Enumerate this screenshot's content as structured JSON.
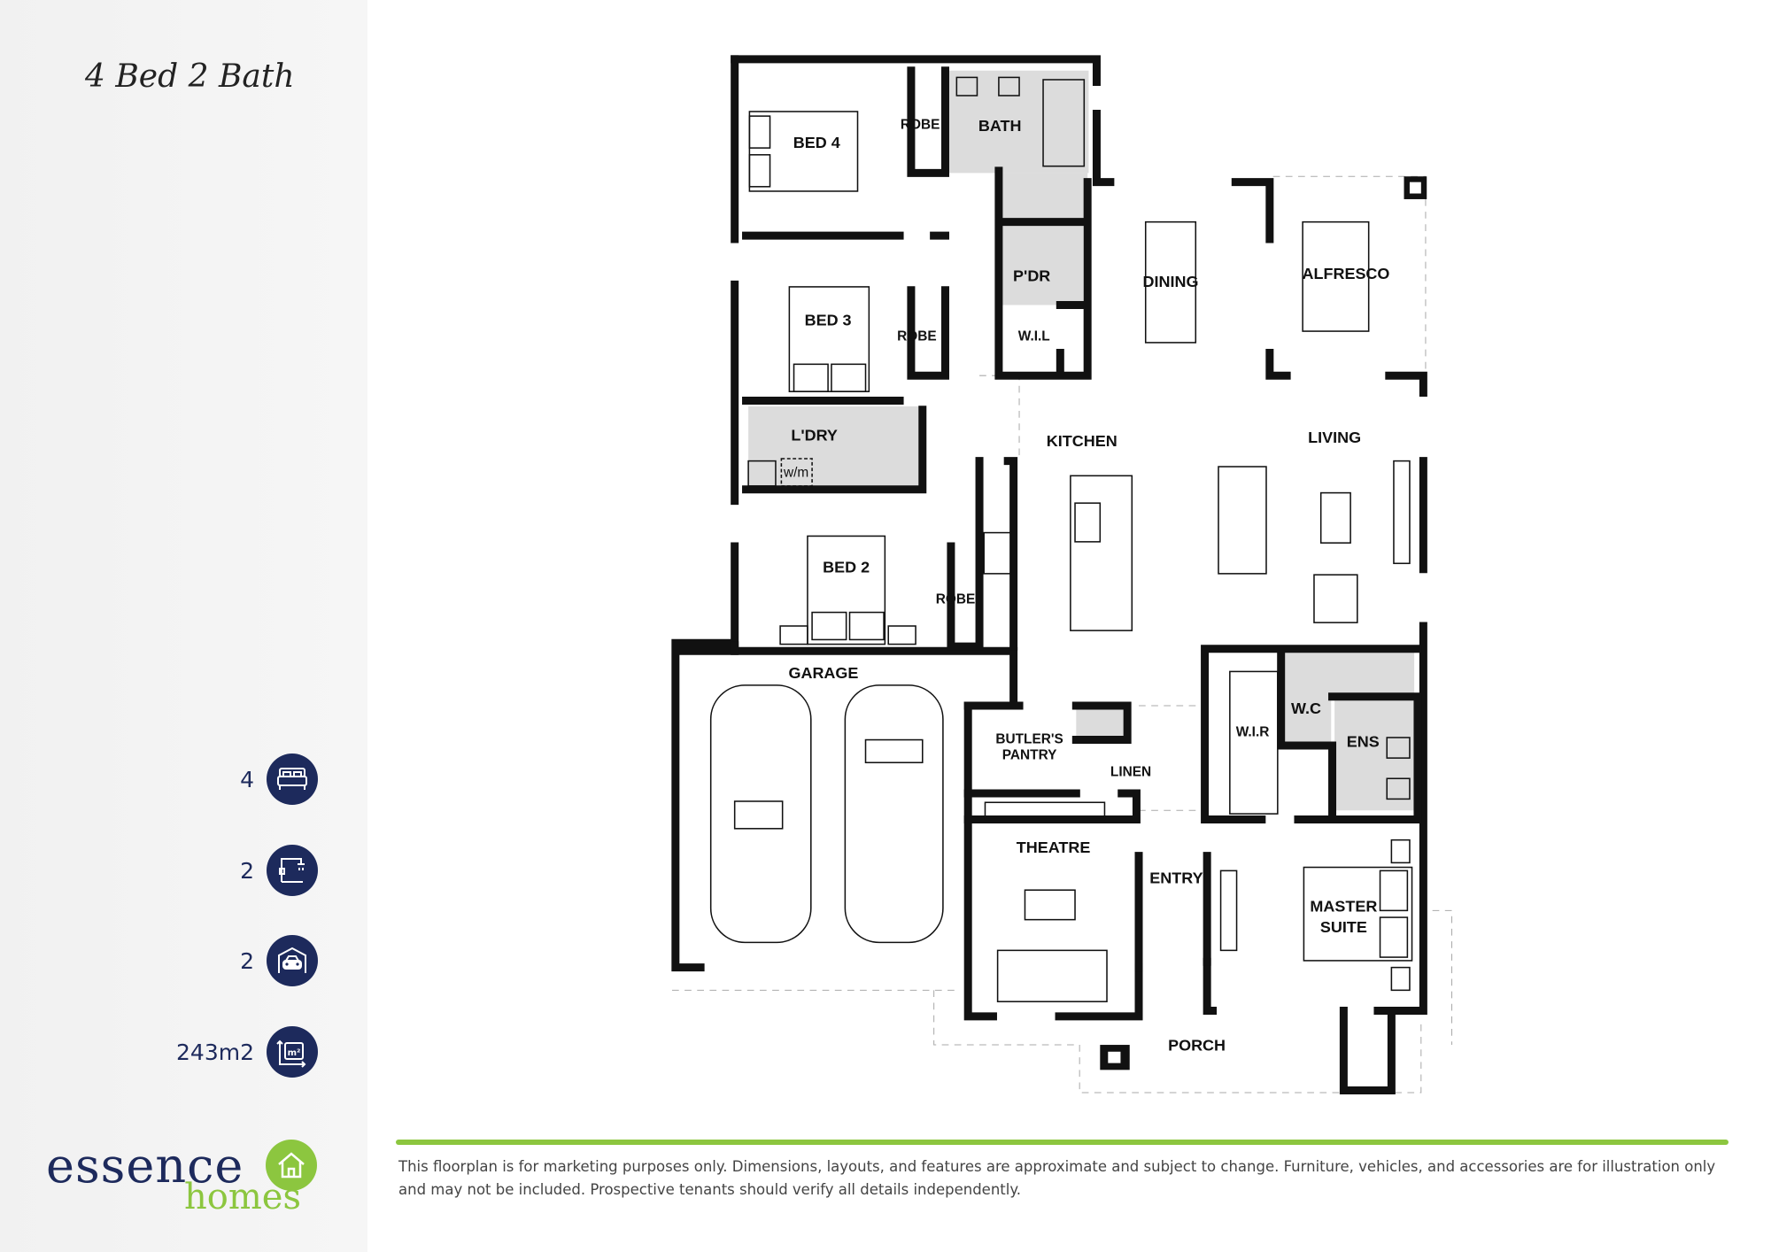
{
  "sidebar": {
    "title": "4 Bed 2 Bath",
    "stats": [
      {
        "value": "4",
        "icon": "bed-icon"
      },
      {
        "value": "2",
        "icon": "shower-icon"
      },
      {
        "value": "2",
        "icon": "garage-car-icon"
      },
      {
        "value": "243m2",
        "icon": "area-m2-icon"
      }
    ],
    "logo": {
      "word1": "essence",
      "word2": "homes"
    },
    "icon_color": "#1d2a5c",
    "accent_color": "#8cc63f"
  },
  "floorplan": {
    "rooms": {
      "bed4": "BED 4",
      "robe1": "ROBE",
      "bath": "BATH",
      "bed3": "BED 3",
      "robe2": "ROBE",
      "pdr": "P'DR",
      "wil": "W.I.L",
      "dining": "DINING",
      "alfresco": "ALFRESCO",
      "ldry": "L'DRY",
      "wm": "w/m",
      "kitchen": "KITCHEN",
      "living": "LIVING",
      "bed2": "BED 2",
      "robe3": "ROBE",
      "garage": "GARAGE",
      "butlers1": "BUTLER'S",
      "butlers2": "PANTRY",
      "linen": "LINEN",
      "wc": "W.C",
      "wir": "W.I.R",
      "ens": "ENS",
      "theatre": "THEATRE",
      "entry": "ENTRY",
      "master1": "MASTER",
      "master2": "SUITE",
      "porch": "PORCH"
    }
  },
  "footer": {
    "disclaimer": "This floorplan is for marketing purposes only. Dimensions, layouts, and features are approximate and subject to change. Furniture, vehicles, and accessories are for illustration only and may not be included. Prospective tenants should verify all details independently."
  }
}
